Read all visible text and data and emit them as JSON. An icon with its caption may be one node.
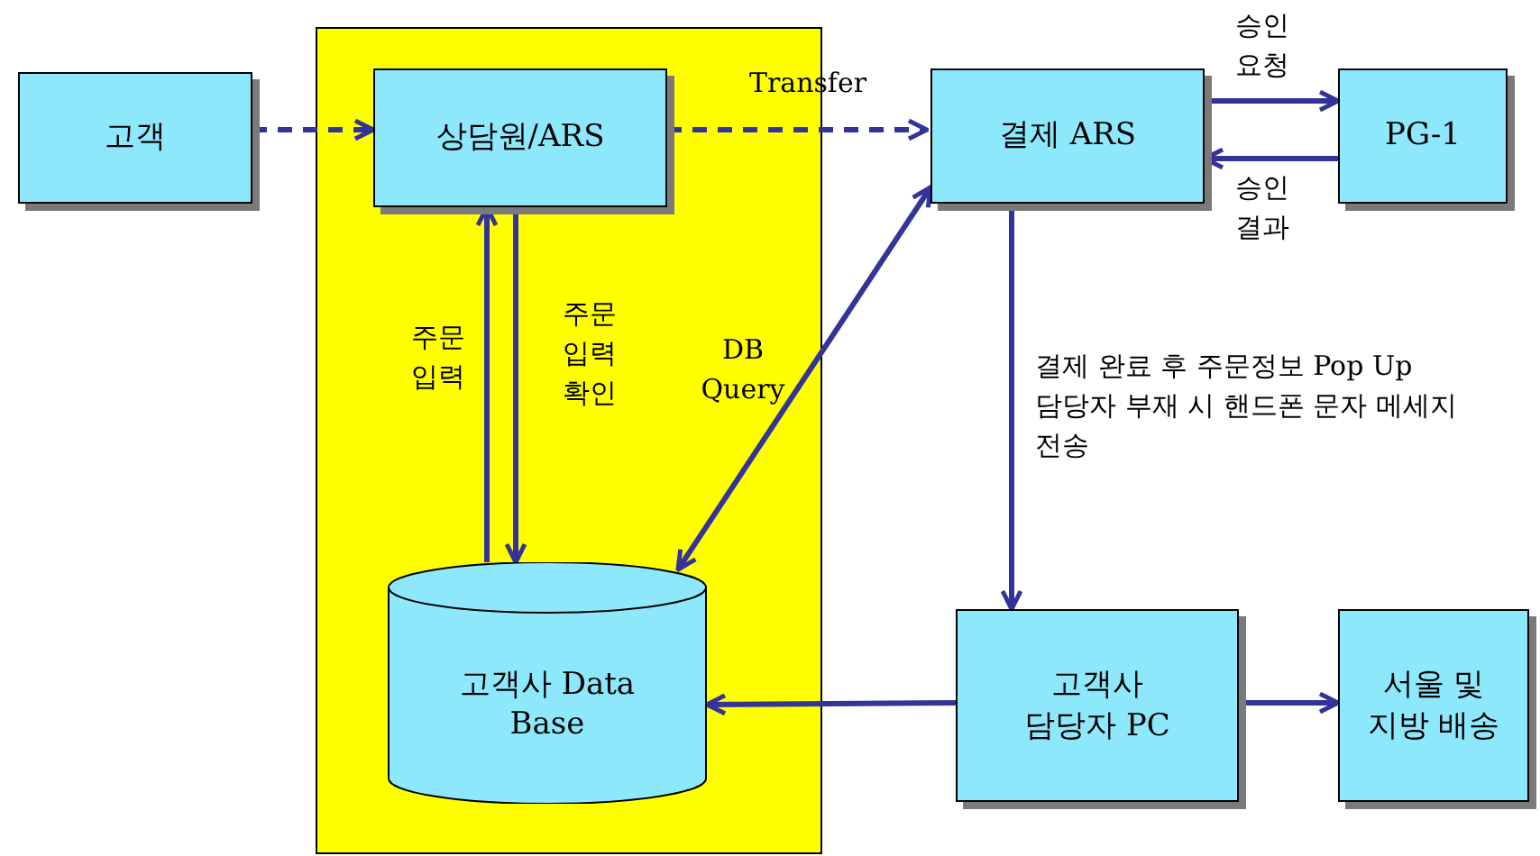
{
  "diagram": {
    "nodes": [
      {
        "text": [
          "고객"
        ]
      },
      {
        "text": [],
        "shape": "box"
      },
      {
        "text": [
          "상담원/ARS"
        ],
        "in": 1
      },
      {
        "text": [
          "고객사 Data Base"
        ],
        "in": 1
      },
      {
        "text": [
          "결제 ARS"
        ]
      },
      {
        "text": [
          "PG-1"
        ]
      },
      {
        "text": [
          "고객사 담당자 PC"
        ]
      },
      {
        "text": [
          "서울 및 지방 배송"
        ]
      }
    ],
    "edges": [
      {
        "from": 0,
        "to": 2,
        "arrow": "to",
        "style": "dashed"
      },
      {
        "from": 2,
        "to": 4,
        "arrow": "to",
        "style": "dashed",
        "label": "Transfer"
      },
      {
        "from": 4,
        "to": 5,
        "arrow": "to",
        "label": "승인 요청"
      },
      {
        "from": 5,
        "to": 4,
        "arrow": "to",
        "label": "승인 결과"
      },
      {
        "from": 3,
        "to": 2,
        "arrow": "to",
        "label": "주문 입력"
      },
      {
        "from": 2,
        "to": 3,
        "arrow": "to",
        "label": "주문 입력 확인"
      },
      {
        "from": 4,
        "to": 3,
        "arrow": "both",
        "label": "DB Query"
      },
      {
        "from": 4,
        "to": 6,
        "arrow": "to",
        "label": "결제 완료 후 주문정보 Pop Up 담당자 부재 시 핸드폰 문자 메세지 전송"
      },
      {
        "from": 6,
        "to": 3,
        "arrow": "to"
      },
      {
        "from": 6,
        "to": 7,
        "arrow": "to"
      }
    ]
  }
}
